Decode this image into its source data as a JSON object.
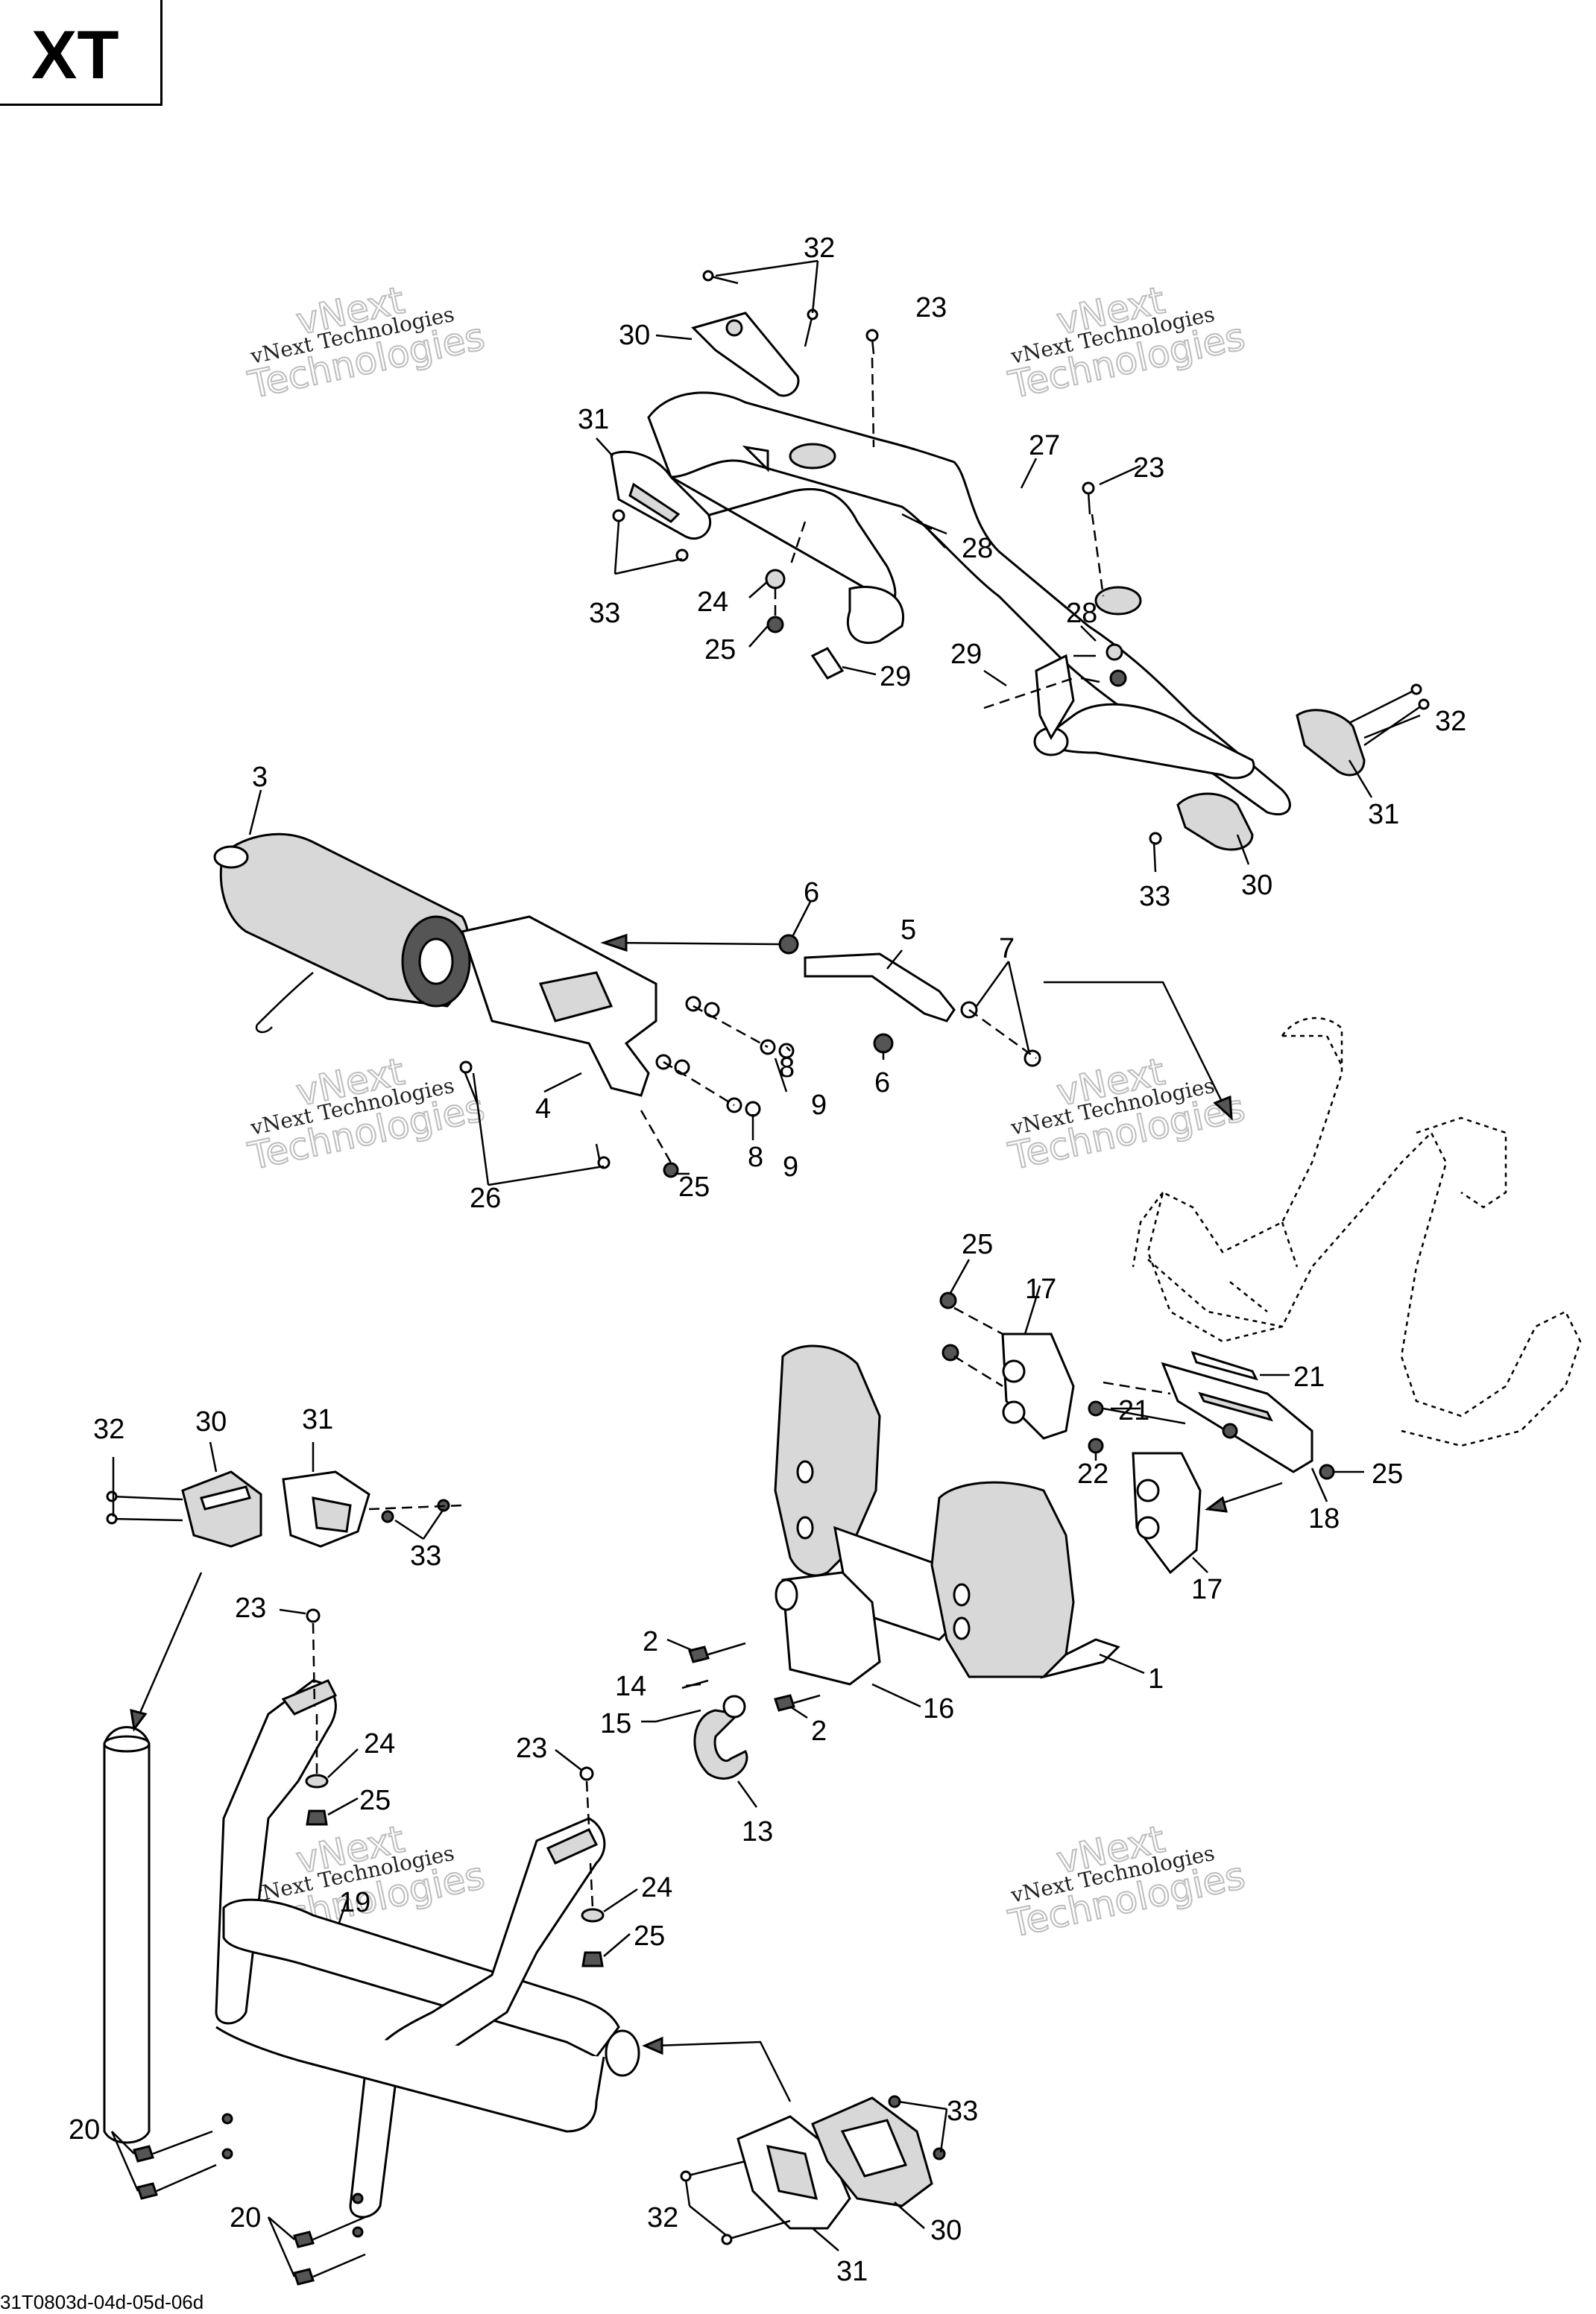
{
  "model": "XT",
  "drawing_code": "31T0803d-04d-05d-06d",
  "watermark": {
    "line1": "vNext Technologies",
    "line2": "vNext",
    "line3": "Technologies"
  },
  "callouts": [
    {
      "id": "c1",
      "label": "32"
    },
    {
      "id": "c2",
      "label": "23"
    },
    {
      "id": "c3",
      "label": "30"
    },
    {
      "id": "c4",
      "label": "31"
    },
    {
      "id": "c5",
      "label": "27"
    },
    {
      "id": "c6",
      "label": "23"
    },
    {
      "id": "c7",
      "label": "28"
    },
    {
      "id": "c8",
      "label": "24"
    },
    {
      "id": "c9",
      "label": "25"
    },
    {
      "id": "c10",
      "label": "33"
    },
    {
      "id": "c11",
      "label": "29"
    },
    {
      "id": "c12",
      "label": "28"
    },
    {
      "id": "c13",
      "label": "29"
    },
    {
      "id": "c14",
      "label": "32"
    },
    {
      "id": "c15",
      "label": "31"
    },
    {
      "id": "c16",
      "label": "30"
    },
    {
      "id": "c17",
      "label": "33"
    },
    {
      "id": "c18",
      "label": "3"
    },
    {
      "id": "c19",
      "label": "6"
    },
    {
      "id": "c20",
      "label": "5"
    },
    {
      "id": "c21",
      "label": "7"
    },
    {
      "id": "c22",
      "label": "6"
    },
    {
      "id": "c23",
      "label": "4"
    },
    {
      "id": "c24",
      "label": "8"
    },
    {
      "id": "c25",
      "label": "9"
    },
    {
      "id": "c26",
      "label": "8"
    },
    {
      "id": "c27",
      "label": "9"
    },
    {
      "id": "c28",
      "label": "26"
    },
    {
      "id": "c29",
      "label": "25"
    },
    {
      "id": "c30",
      "label": "25"
    },
    {
      "id": "c31",
      "label": "17"
    },
    {
      "id": "c32",
      "label": "21"
    },
    {
      "id": "c33",
      "label": "21"
    },
    {
      "id": "c34",
      "label": "22"
    },
    {
      "id": "c35",
      "label": "25"
    },
    {
      "id": "c36",
      "label": "18"
    },
    {
      "id": "c37",
      "label": "17"
    },
    {
      "id": "c38",
      "label": "1"
    },
    {
      "id": "c39",
      "label": "2"
    },
    {
      "id": "c40",
      "label": "14"
    },
    {
      "id": "c41",
      "label": "15"
    },
    {
      "id": "c42",
      "label": "2"
    },
    {
      "id": "c43",
      "label": "16"
    },
    {
      "id": "c44",
      "label": "13"
    },
    {
      "id": "c45",
      "label": "32"
    },
    {
      "id": "c46",
      "label": "30"
    },
    {
      "id": "c47",
      "label": "31"
    },
    {
      "id": "c48",
      "label": "33"
    },
    {
      "id": "c49",
      "label": "23"
    },
    {
      "id": "c50",
      "label": "24"
    },
    {
      "id": "c51",
      "label": "25"
    },
    {
      "id": "c52",
      "label": "23"
    },
    {
      "id": "c53",
      "label": "24"
    },
    {
      "id": "c54",
      "label": "25"
    },
    {
      "id": "c55",
      "label": "19"
    },
    {
      "id": "c56",
      "label": "20"
    },
    {
      "id": "c57",
      "label": "20"
    },
    {
      "id": "c58",
      "label": "33"
    },
    {
      "id": "c59",
      "label": "32"
    },
    {
      "id": "c60",
      "label": "30"
    },
    {
      "id": "c61",
      "label": "31"
    }
  ]
}
